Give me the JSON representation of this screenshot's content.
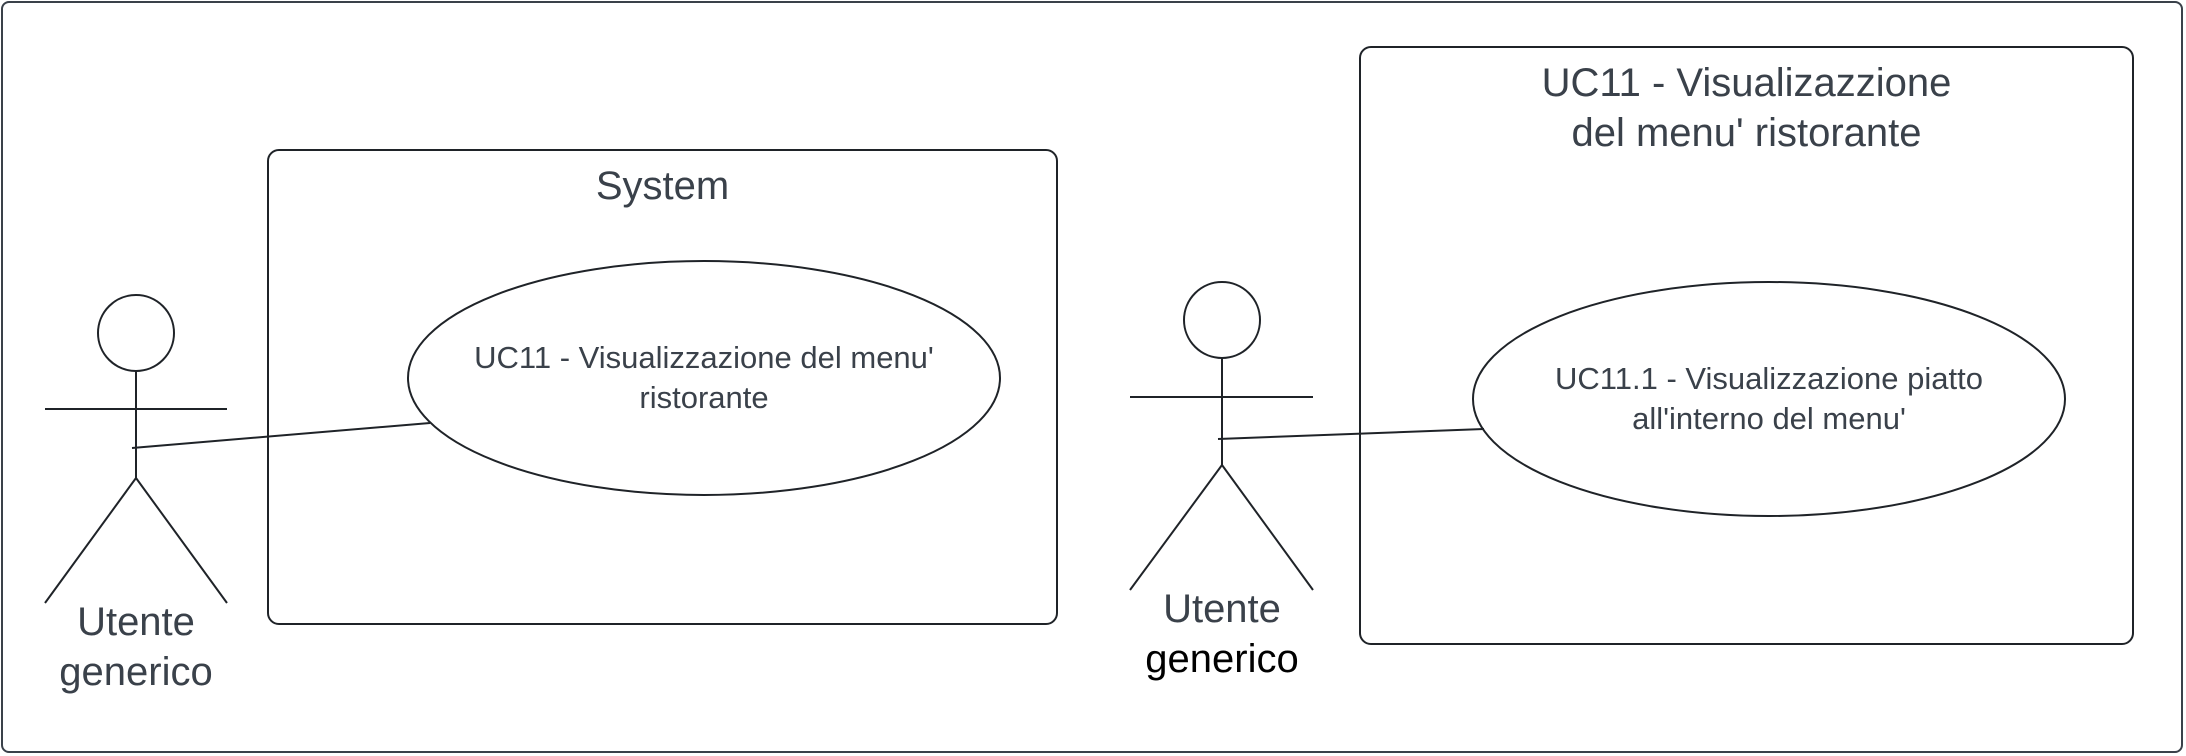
{
  "diagrams": [
    {
      "system_title": "System",
      "use_case": "UC11 - Visualizzazione del menu' ristorante",
      "actor": {
        "line1": "Utente",
        "line2": "generico"
      }
    },
    {
      "system_title": "UC11 - Visualizazzione del menu' ristorante",
      "use_case": "UC11.1 - Visualizzazione piatto all'interno del menu'",
      "actor": {
        "line1": "Utente",
        "line2": "generico"
      }
    }
  ],
  "colors": {
    "text": "#3a414a",
    "stroke": "#1f2328",
    "actor2_line2_text": "#000000"
  }
}
